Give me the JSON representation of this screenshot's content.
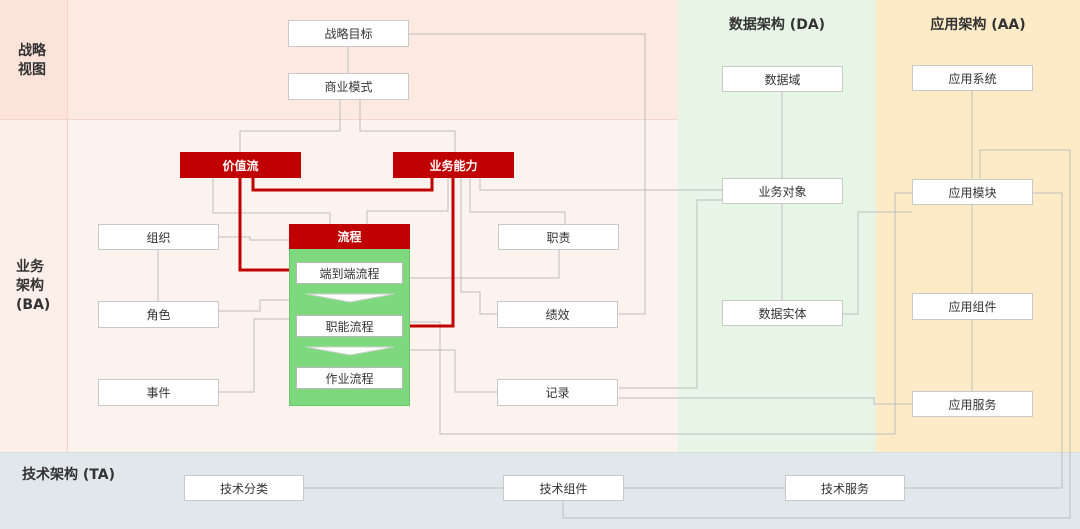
{
  "regions": {
    "strategy_label": "战略\n视图",
    "business_label": "业务\n架构\n(BA)",
    "data_header": "数据架构 (DA)",
    "app_header": "应用架构 (AA)",
    "tech_label": "技术架构 (TA)"
  },
  "strategy": {
    "goal": "战略目标",
    "model": "商业模式"
  },
  "business": {
    "value_stream": "价值流",
    "capability": "业务能力",
    "process": "流程",
    "e2e_process": "端到端流程",
    "function_process": "职能流程",
    "task_process": "作业流程",
    "org": "组织",
    "role": "角色",
    "event": "事件",
    "duty": "职责",
    "performance": "绩效",
    "record": "记录"
  },
  "data": {
    "domain": "数据域",
    "object": "业务对象",
    "entity": "数据实体"
  },
  "app": {
    "system": "应用系统",
    "module": "应用模块",
    "component": "应用组件",
    "service": "应用服务"
  },
  "tech": {
    "category": "技术分类",
    "component": "技术组件",
    "service": "技术服务"
  },
  "colors": {
    "strategy_bg": "#fce9e1",
    "business_bg": "#fdf1ec",
    "data_bg": "#e6f5e6",
    "app_bg": "#fdebc8",
    "tech_bg": "#e1e8ec",
    "red": "#c00000",
    "green": "#7ed97e",
    "connector": "#bdbdbd"
  }
}
